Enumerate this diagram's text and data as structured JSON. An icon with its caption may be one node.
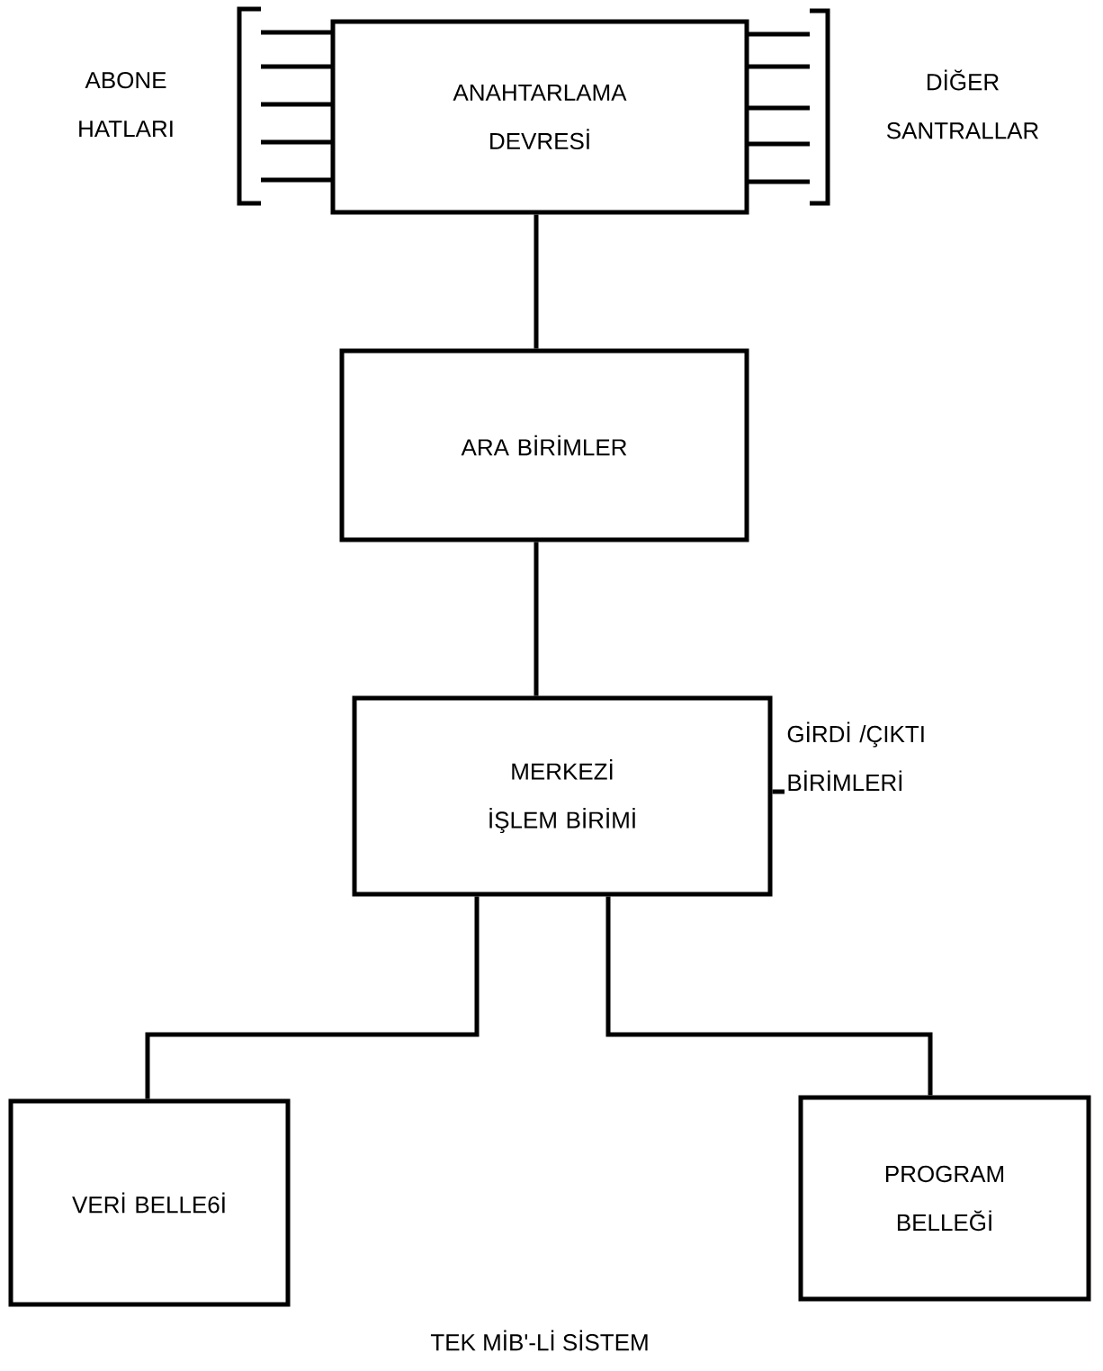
{
  "diagram": {
    "caption": "TEK MİB'-Lİ SİSTEM",
    "nodes": [
      {
        "text": [
          "ANAHTARLAMA DEVRESİ"
        ]
      },
      {
        "text": [
          "ARA BİRİMLER"
        ]
      },
      {
        "text": [
          "MERKEZİ İŞLEM BİRİMİ"
        ]
      },
      {
        "text": [
          "GİRDİ /ÇIKTI BİRİMLERİ"
        ]
      },
      {
        "text": [
          "VERİ BELLE6İ"
        ]
      },
      {
        "text": [
          "PROGRAM BELLEĞİ"
        ]
      }
    ],
    "edges": [
      {
        "from": 0,
        "to": 1,
        "arrow": "none"
      },
      {
        "from": 1,
        "to": 2,
        "arrow": "none"
      },
      {
        "from": 2,
        "to": 3,
        "arrow": "none"
      },
      {
        "from": 2,
        "to": 4,
        "arrow": "none"
      },
      {
        "from": 2,
        "to": 5,
        "arrow": "none"
      }
    ],
    "labels": [
      "ABONE HATLARI",
      "DİĞER SANTRALLAR"
    ]
  }
}
